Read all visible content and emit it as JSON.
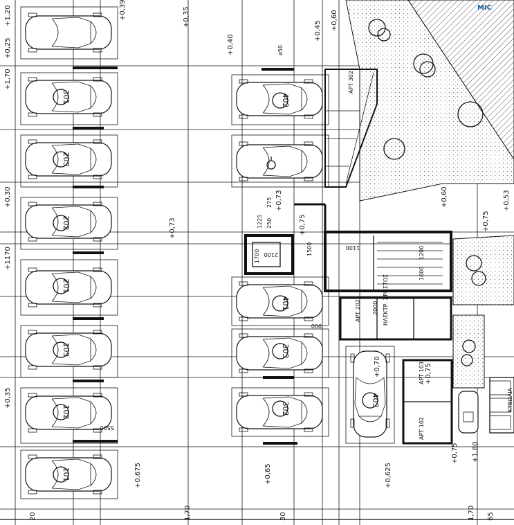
{
  "levels": {
    "top_left_1": "+1,20",
    "top_left_2": "+0,39",
    "top_mid": "+0,35",
    "left_025": "+0,25",
    "left_170": "+1,70",
    "left_030": "+0,30",
    "left_1170": "+1170",
    "left_035": "+0,35",
    "center_073": "+0,73",
    "bottom_0675": "+0,675",
    "bottom_065": "+0,65",
    "bottom_0625": "+0,625",
    "bottom_075": "+0,75",
    "bottom_180": "+1,80",
    "ramp_040": "+0,40",
    "ramp_045": "+0,45",
    "ramp_060": "+0,60",
    "ramp_073": "+0,73",
    "ramp_075": "+0,75",
    "right_060": "+0,60",
    "right_053": "+0,53",
    "right_075": "+0,75",
    "apt_075": "+0,75",
    "apt403_070": "+0,70"
  },
  "dimensions": {
    "d5500": "5500",
    "d1225": "1225",
    "d275": "275",
    "d250": "250",
    "d2100": "2100",
    "d1700": "1700",
    "d1500": "1500",
    "d1100": "1100",
    "d1000": "1000",
    "d1200": "1200",
    "d2000": "2000",
    "d900": "900",
    "bottom_170_left": "1,70",
    "bottom_170_right": "1,70",
    "bottom_30": "30",
    "bottom_20": "20",
    "bottom_65": "65",
    "phi50": "ø50"
  },
  "spaces_left": [
    "301",
    "203",
    "202",
    "201",
    "103",
    "102",
    "101"
  ],
  "spaces_mid": [
    "402",
    "401",
    "303",
    "302"
  ],
  "space_403": "403",
  "apartment_labels": {
    "apt302": "APT 302",
    "apt202": "APT 202",
    "apt103": "APT 103",
    "apt102": "APT 102"
  },
  "notes": {
    "electro": "ΗΛΕΚΤΡ. ΧΡΗΣΤΟΣ",
    "sidewalk": "ΚΥΒΩΛΙΑ",
    "corner": "MIC"
  },
  "colors": {
    "line": "#111111",
    "hatch": "#cfcfcf",
    "accent": "#1a5ea8"
  }
}
